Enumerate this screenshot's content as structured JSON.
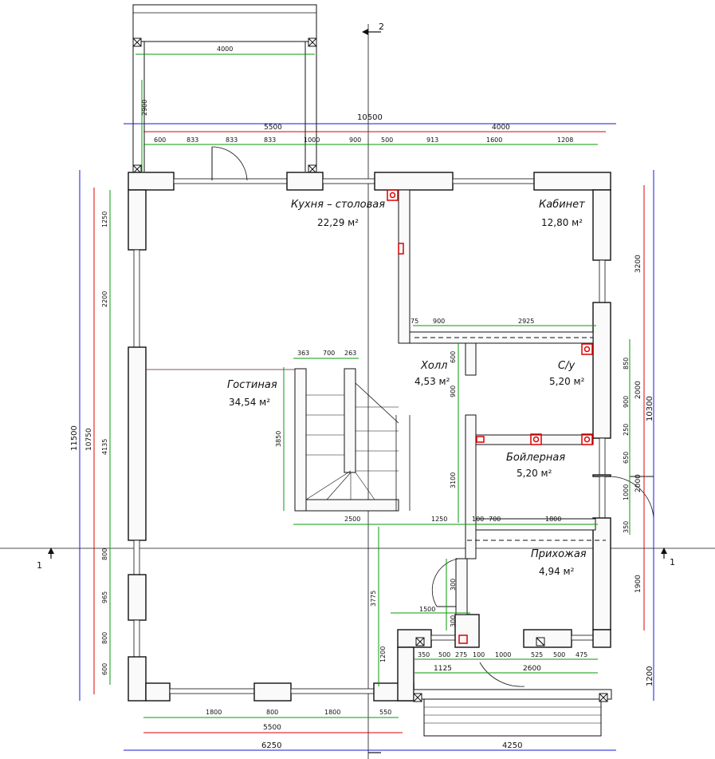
{
  "rooms": [
    {
      "name": "Кухня – столовая",
      "area": "22,29 м²"
    },
    {
      "name": "Кабинет",
      "area": "12,80 м²"
    },
    {
      "name": "Холл",
      "area": "4,53 м²"
    },
    {
      "name": "С/у",
      "area": "5,20 м²"
    },
    {
      "name": "Гостиная",
      "area": "34,54 м²"
    },
    {
      "name": "Бойлерная",
      "area": "5,20 м²"
    },
    {
      "name": "Прихожая",
      "area": "4,94 м²"
    }
  ],
  "axes": {
    "section_2": "2",
    "section_1_left": "1",
    "section_1_right": "1"
  },
  "dims_top": {
    "porch_width": "4000",
    "porch_depth": "2900",
    "overall": "10500",
    "left_part": "5500",
    "right_part": "4000",
    "segments": [
      "600",
      "833",
      "833",
      "833",
      "1000",
      "900",
      "500",
      "913",
      "1600",
      "1208"
    ]
  },
  "dims_left": {
    "overall": "11500",
    "inner": "10750",
    "segments": [
      "1250",
      "2200",
      "4135",
      "800",
      "965",
      "800",
      "600"
    ]
  },
  "dims_right": {
    "overall": "10300",
    "red": [
      "3200",
      "2000",
      "2000",
      "1900"
    ],
    "green": [
      "850",
      "900",
      "250",
      "650",
      "1000",
      "350"
    ],
    "porch": "1200"
  },
  "dims_bottom": {
    "overall_left": "6250",
    "overall_right": "4250",
    "red": "5500",
    "segments": [
      "1800",
      "800",
      "1800",
      "550"
    ]
  },
  "dims_inner": {
    "stair_top": [
      "363",
      "700",
      "263"
    ],
    "stair_height": "3850",
    "below_stair": [
      "2500",
      "1250"
    ],
    "hall_row": [
      "100",
      "700",
      "1800"
    ],
    "hall_top": [
      "75",
      "900",
      "2925"
    ],
    "hall_vert": [
      "600",
      "900",
      "3100"
    ],
    "living_vert": [
      "3775",
      "1200"
    ],
    "entry_top": [
      "1500",
      "300",
      "300"
    ],
    "entry_bottom": [
      "350",
      "500",
      "275",
      "100",
      "1000",
      "525",
      "500",
      "475"
    ],
    "entry_bottom2": [
      "1125",
      "2600"
    ]
  }
}
